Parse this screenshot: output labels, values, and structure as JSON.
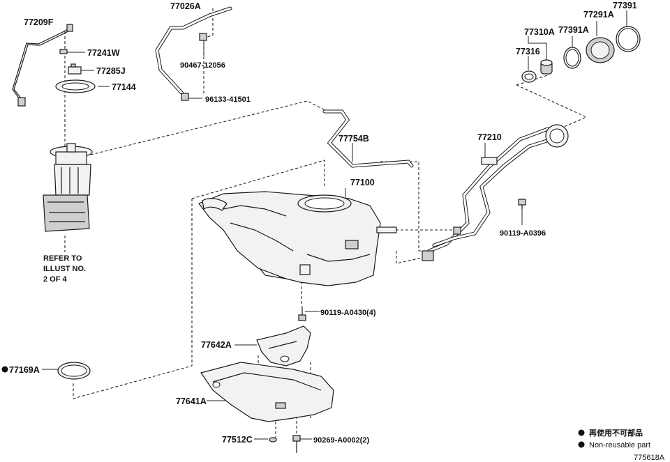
{
  "labels": {
    "p77209F": "77209F",
    "p77241W": "77241W",
    "p77285J": "77285J",
    "p77144": "77144",
    "p77026A": "77026A",
    "p90467": "90467-12056",
    "p96133": "96133-41501",
    "p77754B": "77754B",
    "p77100": "77100",
    "p77210": "77210",
    "p90119_0396": "90119-A0396",
    "p90119_0430": "90119-A0430(4)",
    "p77642A": "77642A",
    "p77641A": "77641A",
    "p77512C": "77512C",
    "p90269": "90269-A0002(2)",
    "p77169A": "77169A",
    "p77310A": "77310A",
    "p77316": "77316",
    "p77391A": "77391A",
    "p77291A": "77291A",
    "p77391": "77391"
  },
  "refer": {
    "line1": "REFER TO",
    "line2": "ILLUST NO.",
    "line3": "2 OF 4"
  },
  "legend": {
    "japanese": "再使用不可部品",
    "english": "Non-reusable part"
  },
  "figure_id": "775618A"
}
